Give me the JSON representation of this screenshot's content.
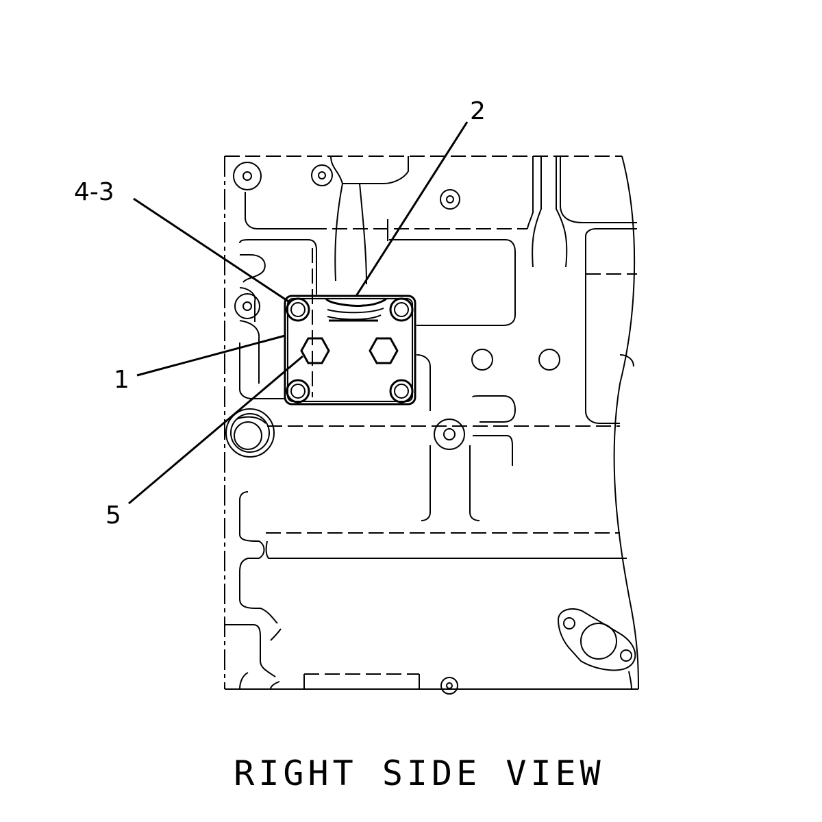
{
  "diagram": {
    "view_title": "RIGHT SIDE VIEW",
    "callouts": [
      {
        "id": "callout-1",
        "label": "1"
      },
      {
        "id": "callout-2",
        "label": "2"
      },
      {
        "id": "callout-4-3",
        "label": "4-3"
      },
      {
        "id": "callout-5",
        "label": "5"
      }
    ]
  }
}
